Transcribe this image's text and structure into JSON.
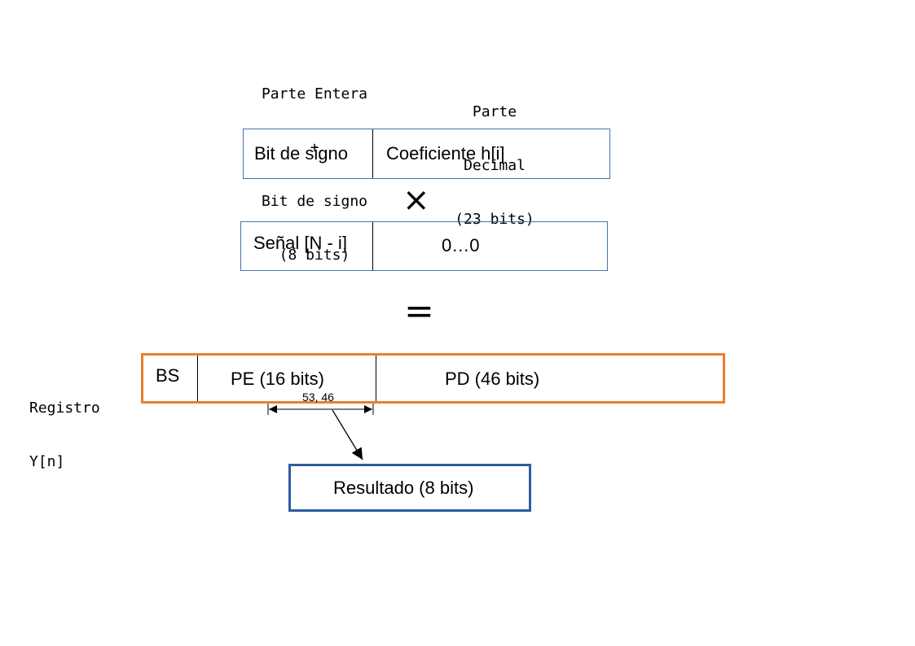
{
  "header": {
    "integer_part": [
      "Parte Entera",
      "+",
      "Bit de signo",
      "(8 bits)"
    ],
    "decimal_part": [
      "Parte",
      "Decimal",
      "(23 bits)"
    ]
  },
  "coefficient_box": {
    "sign_cell": "Bit de signo",
    "value_cell": "Coeficiente h[i]",
    "border_color": "#4a72a8"
  },
  "multiply_symbol": "×",
  "signal_box": {
    "signal_cell": "Señal [N - i]",
    "zeros_cell": "0…0",
    "border_color": "#4a72a8"
  },
  "equals_symbol": "=",
  "register": {
    "name_lines": [
      "Registro",
      "Y[n]"
    ],
    "bs_cell": "BS",
    "pe_cell": "PE (16 bits)",
    "pd_cell": "PD (46 bits)",
    "border_color": "#ed7d31"
  },
  "range_label": "53, 46",
  "result_box": {
    "label": "Resultado (8 bits)",
    "border_color": "#2e5c9e"
  }
}
